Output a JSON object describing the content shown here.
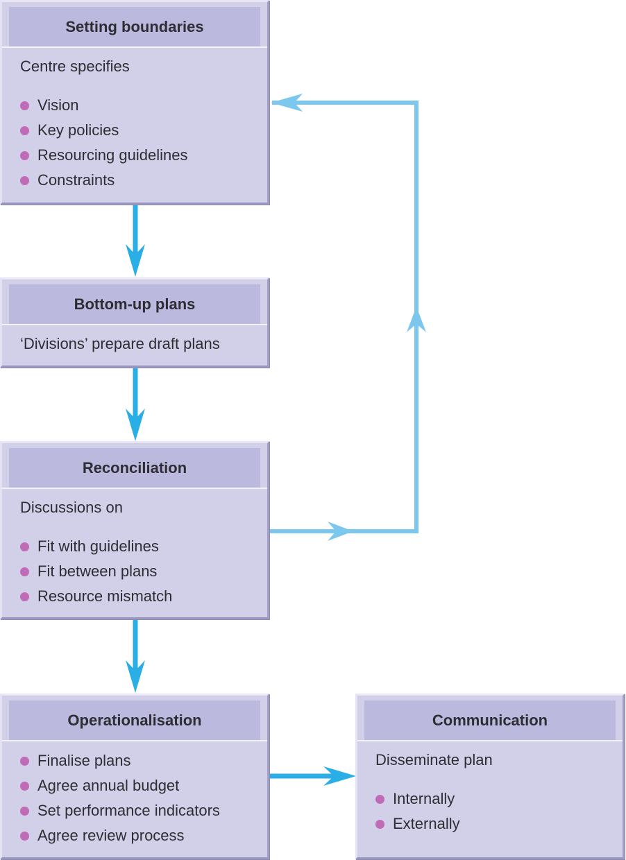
{
  "boxes": {
    "setting_boundaries": {
      "title": "Setting boundaries",
      "intro": "Centre specifies",
      "bullets": [
        "Vision",
        "Key policies",
        "Resourcing guidelines",
        "Constraints"
      ]
    },
    "bottom_up": {
      "title": "Bottom-up plans",
      "intro": "‘Divisions’ prepare draft plans"
    },
    "reconciliation": {
      "title": "Reconciliation",
      "intro": "Discussions on",
      "bullets": [
        "Fit with guidelines",
        "Fit between plans",
        "Resource mismatch"
      ]
    },
    "operationalisation": {
      "title": "Operationalisation",
      "bullets": [
        "Finalise plans",
        "Agree annual budget",
        "Set performance indicators",
        "Agree review process"
      ]
    },
    "communication": {
      "title": "Communication",
      "intro": "Disseminate plan",
      "bullets": [
        "Internally",
        "Externally"
      ]
    }
  },
  "colors": {
    "box_fill": "#d2d0e9",
    "header_fill": "#bcb9de",
    "bullet": "#c06bb5",
    "arrow_main": "#29aee6",
    "arrow_feedback": "#7cc7ee"
  }
}
